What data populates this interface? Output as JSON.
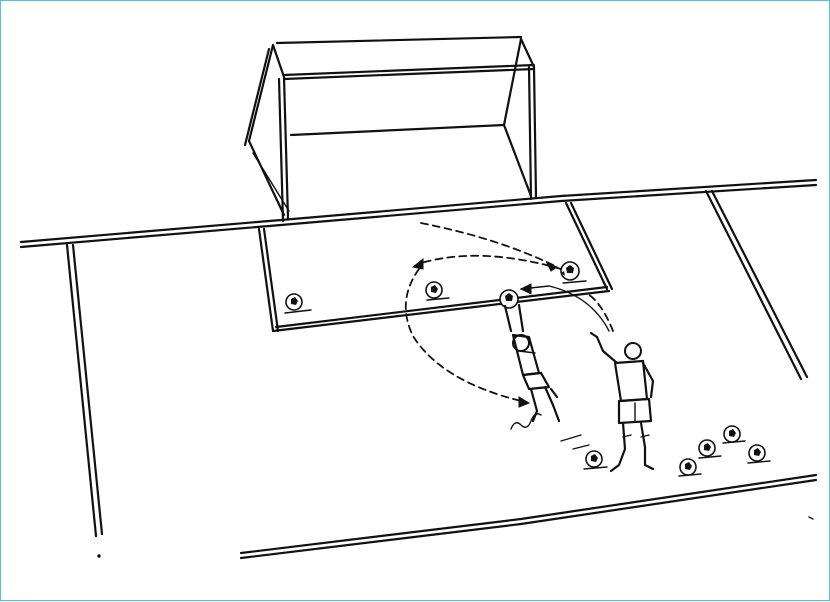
{
  "figure": {
    "kind": "soccer-goalkeeper-drill-illustration",
    "style": "black line drawing on white",
    "border_color": "#4fc3e6",
    "icons": {
      "goal": "goal-frame-icon",
      "ball": "soccer-ball-icon",
      "goalkeeper": "goalkeeper-figure",
      "server": "server-player-figure"
    }
  }
}
